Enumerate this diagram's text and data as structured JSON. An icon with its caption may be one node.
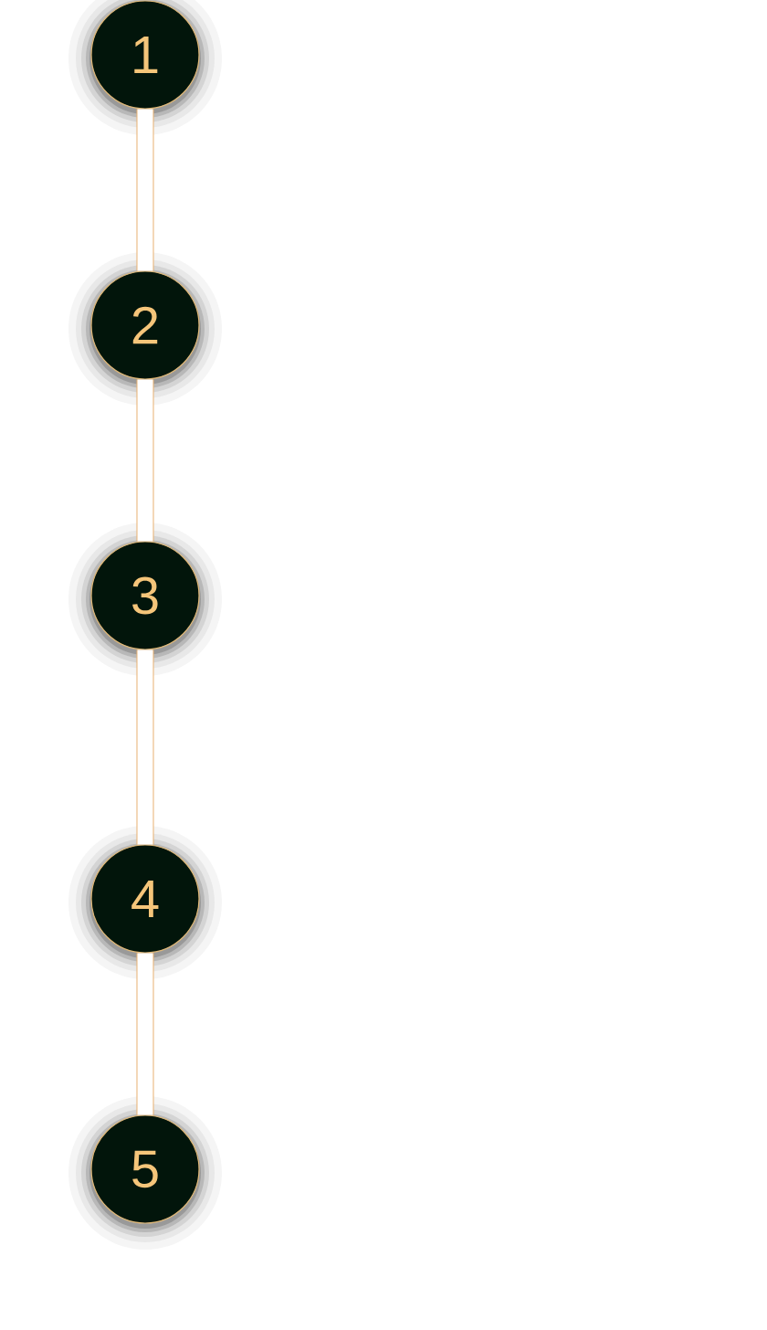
{
  "diagram": {
    "nodes": [
      {
        "text": [
          "1"
        ]
      },
      {
        "text": [
          "2"
        ]
      },
      {
        "text": [
          "3"
        ]
      },
      {
        "text": [
          "4"
        ]
      },
      {
        "text": [
          "5"
        ]
      }
    ],
    "edges": [
      {
        "from": 0,
        "to": 1,
        "arrow": "none"
      },
      {
        "from": 1,
        "to": 2,
        "arrow": "none"
      },
      {
        "from": 2,
        "to": 3,
        "arrow": "none"
      },
      {
        "from": 3,
        "to": 4,
        "arrow": "none"
      }
    ]
  }
}
